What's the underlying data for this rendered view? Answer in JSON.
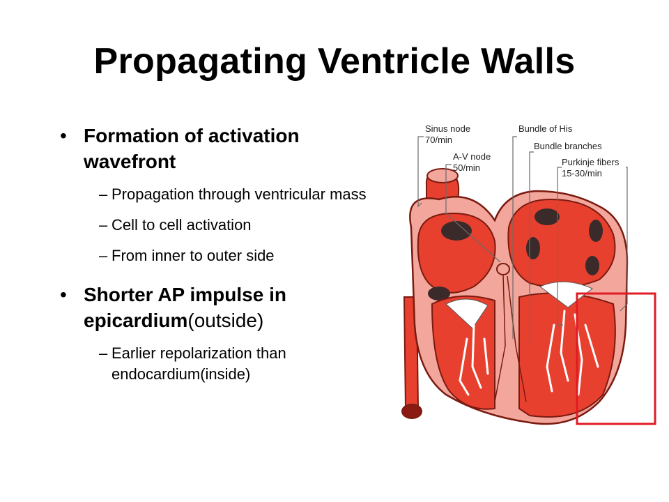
{
  "slide": {
    "title": "Propagating Ventricle Walls",
    "bullets": [
      {
        "bold": "Formation of activation wavefront",
        "rest": "",
        "subs": [
          "Propagation through ventricular mass",
          "Cell to cell activation",
          "From inner to outer side"
        ]
      },
      {
        "bold": "Shorter AP impulse in epicardium",
        "rest": "(outside)",
        "subs": [
          "Earlier repolarization than endocardium(inside)"
        ]
      }
    ],
    "bullet_glyph": "•",
    "dash_glyph": "–"
  },
  "diagram": {
    "labels": {
      "sinus_node": "Sinus node",
      "sinus_rate": "70/min",
      "av_node": "A-V node",
      "av_rate": "50/min",
      "bundle_his": "Bundle of His",
      "bundle_branches": "Bundle branches",
      "purkinje": "Purkinje fibers",
      "purkinje_rate": "15-30/min"
    },
    "colors": {
      "muscle": "#e8402f",
      "muscle_light": "#f3a79c",
      "outline": "#7a1a10",
      "hole": "#3b2a2a",
      "fiber": "#ffffff",
      "highlight_box": "#e21b23"
    }
  }
}
